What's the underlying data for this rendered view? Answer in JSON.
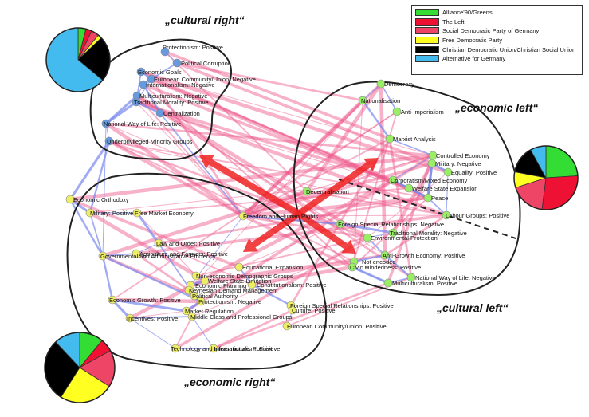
{
  "colors": {
    "greens": "#33dd33",
    "left": "#ee1133",
    "spd": "#ee4466",
    "fdp": "#ffff22",
    "cdu": "#000000",
    "afd": "#44bbee",
    "node_green": "#99ee66",
    "node_yellow": "#eeee66",
    "node_blue": "#6699dd",
    "edge_pink": "#ee5588",
    "edge_blue": "#7788ee",
    "arrow": "#ee2222"
  },
  "legend": [
    {
      "label": "Alliance'90/Greens",
      "color": "#33dd33"
    },
    {
      "label": "The Left",
      "color": "#ee1133"
    },
    {
      "label": "Social Democratic Party of Germany",
      "color": "#ee4466"
    },
    {
      "label": "Free Democratic Party",
      "color": "#ffff22"
    },
    {
      "label": "Christian Democratic Union/Christian Social Union",
      "color": "#000000"
    },
    {
      "label": "Alternative for Germany",
      "color": "#44bbee"
    }
  ],
  "regions": {
    "cultural_right": "„cultural right“",
    "economic_left": "„economic left“",
    "cultural_left": "„cultural left“",
    "economic_right": "„economic right“"
  },
  "pies": {
    "cultural_right": [
      {
        "party": "greens",
        "value": 4
      },
      {
        "party": "left",
        "value": 3
      },
      {
        "party": "spd",
        "value": 4
      },
      {
        "party": "fdp",
        "value": 2
      },
      {
        "party": "cdu",
        "value": 23
      },
      {
        "party": "afd",
        "value": 64
      }
    ],
    "economic_left": [
      {
        "party": "greens",
        "value": 24
      },
      {
        "party": "left",
        "value": 28
      },
      {
        "party": "spd",
        "value": 18
      },
      {
        "party": "fdp",
        "value": 8
      },
      {
        "party": "cdu",
        "value": 14
      },
      {
        "party": "afd",
        "value": 8
      }
    ],
    "economic_right": [
      {
        "party": "greens",
        "value": 11
      },
      {
        "party": "left",
        "value": 6
      },
      {
        "party": "spd",
        "value": 17
      },
      {
        "party": "fdp",
        "value": 25
      },
      {
        "party": "cdu",
        "value": 29
      },
      {
        "party": "afd",
        "value": 12
      }
    ]
  },
  "nodes": [
    {
      "label": "Protectionism: Positive",
      "group": "blue"
    },
    {
      "label": "Political Corruption",
      "group": "blue"
    },
    {
      "label": "Economic Goals",
      "group": "blue"
    },
    {
      "label": "European Community/Union: Negative",
      "group": "blue"
    },
    {
      "label": "Internationalism: Negative",
      "group": "blue"
    },
    {
      "label": "Multiculturalism: Negative",
      "group": "blue"
    },
    {
      "label": "Traditional Morality: Positive",
      "group": "blue"
    },
    {
      "label": "Centralization",
      "group": "blue"
    },
    {
      "label": "National Way of Life: Positive",
      "group": "blue"
    },
    {
      "label": "Underprivileged Minority Groups",
      "group": "blue"
    },
    {
      "label": "Democracy",
      "group": "green"
    },
    {
      "label": "Nationalisation",
      "group": "green"
    },
    {
      "label": "Anti-Imperialism",
      "group": "green"
    },
    {
      "label": "Marxist Analysis",
      "group": "green"
    },
    {
      "label": "Controlled Economy",
      "group": "green"
    },
    {
      "label": "Military: Negative",
      "group": "green"
    },
    {
      "label": "Equality: Positive",
      "group": "green"
    },
    {
      "label": "Corporatism/Mixed Economy",
      "group": "green"
    },
    {
      "label": "Welfare State Expansion",
      "group": "green"
    },
    {
      "label": "Peace",
      "group": "green"
    },
    {
      "label": "Decentralisation",
      "group": "green"
    },
    {
      "label": "Labour Groups: Positive",
      "group": "green"
    },
    {
      "label": "Foreign Special Relationships: Negative",
      "group": "green"
    },
    {
      "label": "Traditional Morality: Negative",
      "group": "green"
    },
    {
      "label": "Environmental Protection",
      "group": "green"
    },
    {
      "label": "Anti-Growth Economy: Positive",
      "group": "green"
    },
    {
      "label": "Not encoded",
      "group": "green"
    },
    {
      "label": "Civic Mindedness: Positive",
      "group": "green"
    },
    {
      "label": "National Way of Life: Negative",
      "group": "green"
    },
    {
      "label": "Multiculturalism: Positive",
      "group": "green"
    },
    {
      "label": "Economic Orthodoxy",
      "group": "yellow"
    },
    {
      "label": "Military: Positive",
      "group": "yellow"
    },
    {
      "label": "Free Market Economy",
      "group": "yellow"
    },
    {
      "label": "Freedom and Human Rights",
      "group": "yellow"
    },
    {
      "label": "Law and Order: Positive",
      "group": "yellow"
    },
    {
      "label": "Agriculture and Farmers: Positive",
      "group": "yellow"
    },
    {
      "label": "Governmental and Administrative Efficiency",
      "group": "yellow"
    },
    {
      "label": "Educational Expansion",
      "group": "yellow"
    },
    {
      "label": "Non-economic Demographic Groups",
      "group": "yellow"
    },
    {
      "label": "Welfare State Limitation",
      "group": "yellow"
    },
    {
      "label": "Economic Planning",
      "group": "yellow"
    },
    {
      "label": "Constitutionalism: Positive",
      "group": "yellow"
    },
    {
      "label": "Keynesian Demand Management",
      "group": "yellow"
    },
    {
      "label": "Political Authority",
      "group": "yellow"
    },
    {
      "label": "Protectionism: Negative",
      "group": "yellow"
    },
    {
      "label": "Economic Growth: Positive",
      "group": "yellow"
    },
    {
      "label": "Foreign Special Relationships: Positive",
      "group": "yellow"
    },
    {
      "label": "Culture: Positive",
      "group": "yellow"
    },
    {
      "label": "Market Regulation",
      "group": "yellow"
    },
    {
      "label": "Incentives: Positive",
      "group": "yellow"
    },
    {
      "label": "Middle Class and Professional Groups",
      "group": "yellow"
    },
    {
      "label": "European Community/Union: Positive",
      "group": "yellow"
    },
    {
      "label": "Internationalism: Positive",
      "group": "yellow"
    },
    {
      "label": "Technology and Infrastructure: Positive",
      "group": "yellow"
    }
  ]
}
